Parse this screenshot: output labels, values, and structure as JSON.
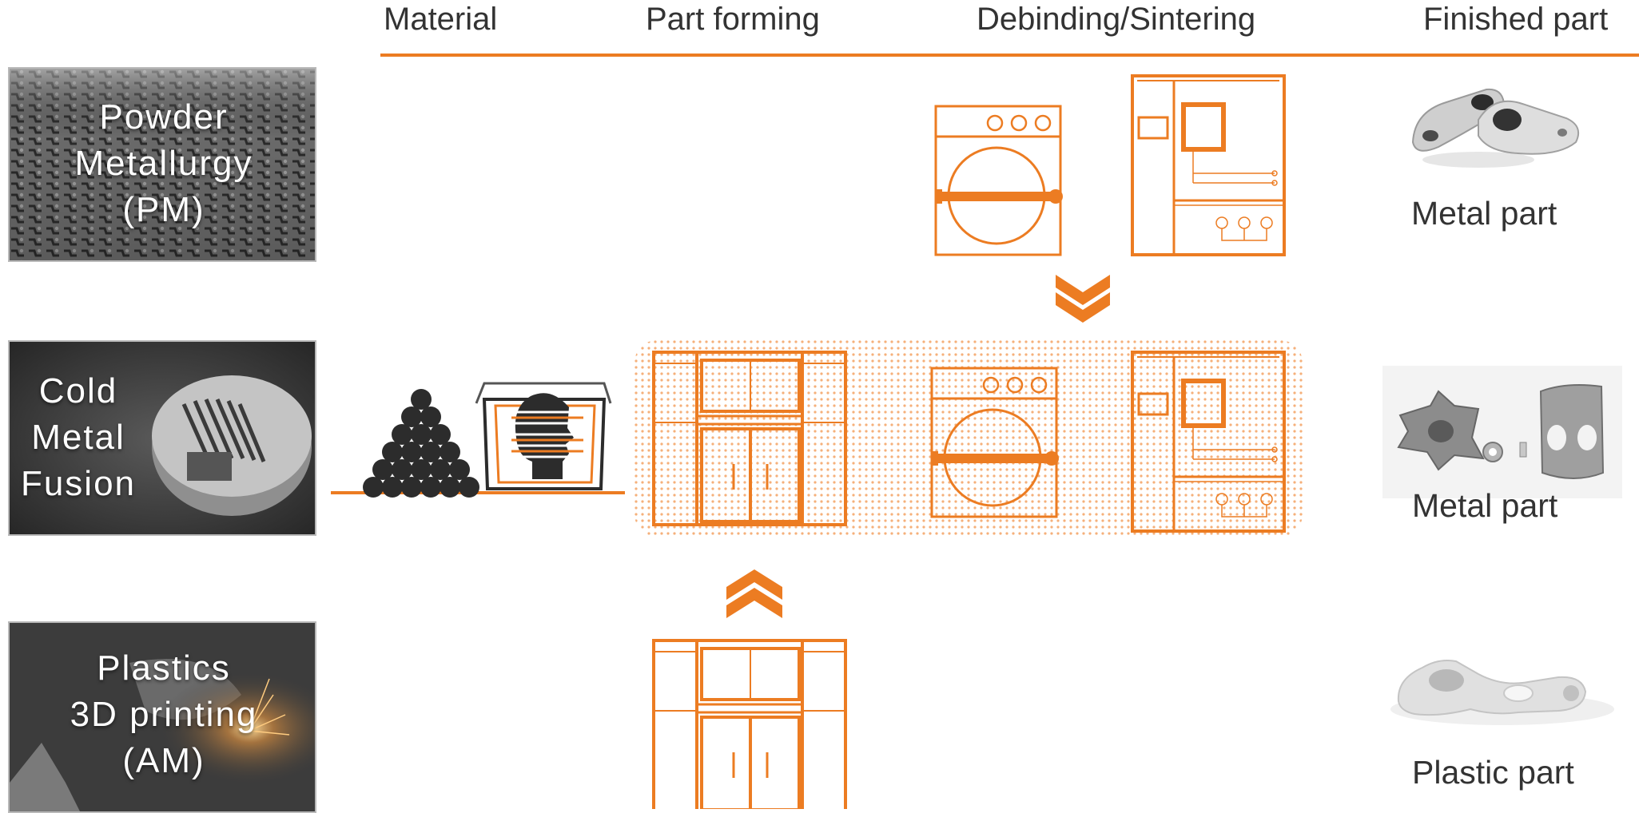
{
  "header": {
    "columns": [
      "Material",
      "Part forming",
      "Debinding/Sintering",
      "Finished part"
    ]
  },
  "rows": [
    {
      "label": "Powder\nMetallurgy\n(PM)",
      "finished_label": "Metal part"
    },
    {
      "label": "Cold\nMetal\nFusion",
      "finished_label": "Metal part"
    },
    {
      "label": "Plastics\n3D printing\n(AM)",
      "finished_label": "Plastic part"
    }
  ],
  "colors": {
    "accent": "#ec7c22",
    "dark": "#2c2c2c",
    "text": "#333333",
    "highlight_dots": "#f5b07a"
  },
  "icons": {
    "material": [
      "powder-pile-icon",
      "3d-printing-head-icon"
    ],
    "forming": "3d-printer-machine-icon",
    "debinding": "debinding-washer-icon",
    "sintering": "sintering-furnace-icon",
    "flow_down": "double-chevron-down-icon",
    "flow_up": "double-chevron-up-icon"
  }
}
